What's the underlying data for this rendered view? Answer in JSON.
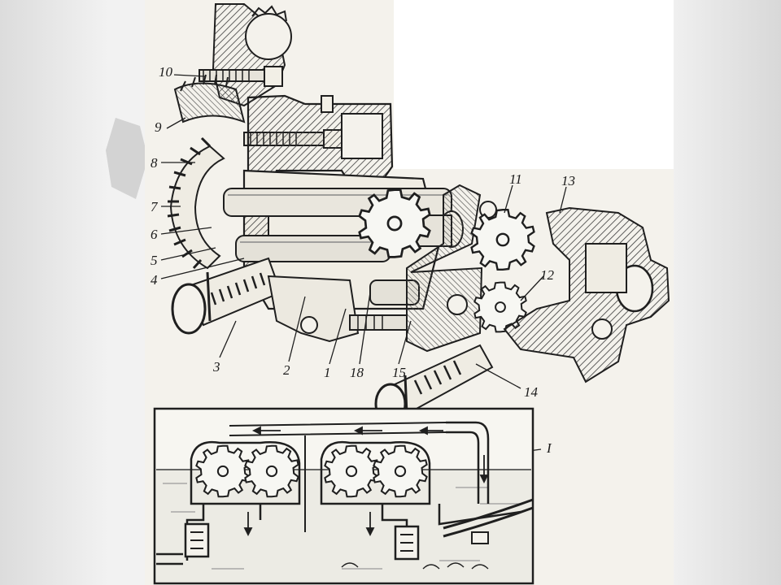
{
  "labels": {
    "l10": "10",
    "l9": "9",
    "l8": "8",
    "l7": "7",
    "l6": "6",
    "l5": "5",
    "l4": "4",
    "l3": "3",
    "l2": "2",
    "l1": "1",
    "l18": "18",
    "l15": "15",
    "l14": "14",
    "l11": "11",
    "l13": "13",
    "l12": "12",
    "lI": "I"
  }
}
